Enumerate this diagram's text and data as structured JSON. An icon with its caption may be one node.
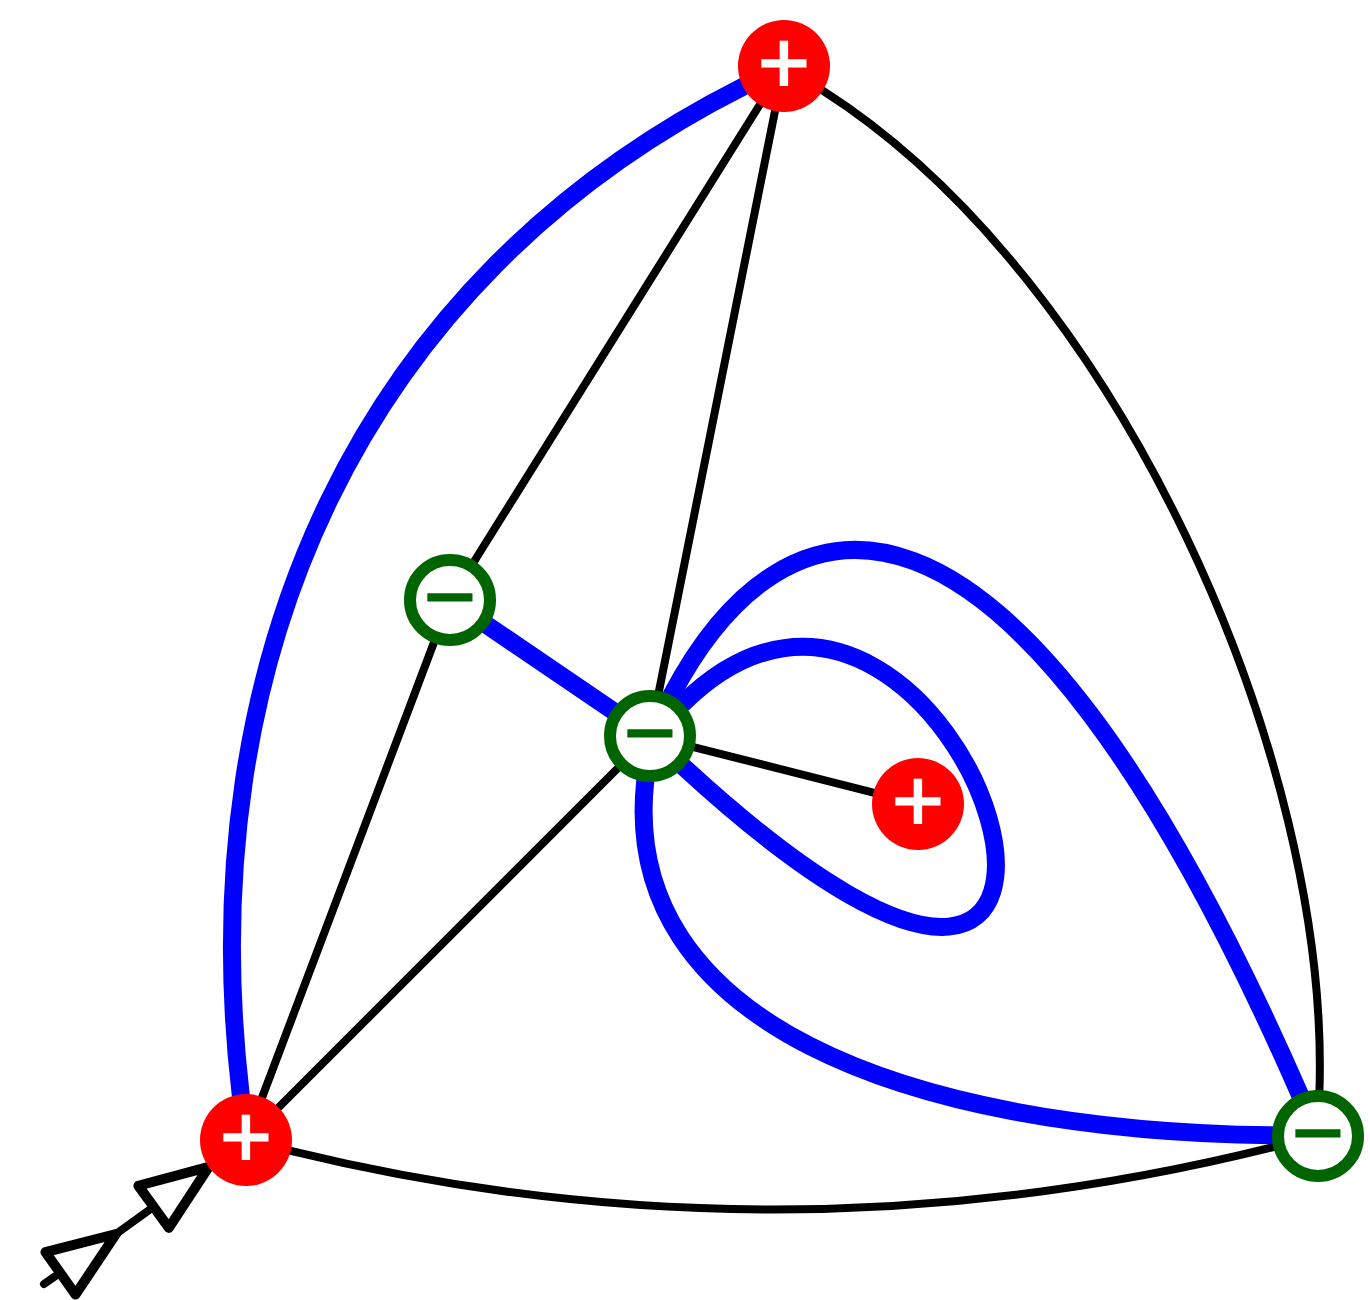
{
  "diagram": {
    "nodes": [
      {
        "text": [
          "+"
        ]
      },
      {
        "text": [
          "−"
        ]
      },
      {
        "text": [
          "−"
        ]
      },
      {
        "text": [
          "+"
        ]
      },
      {
        "text": [
          "+"
        ]
      },
      {
        "text": [
          "−"
        ]
      }
    ],
    "edges": [
      {
        "from": 0,
        "to": 1,
        "arrow": "none"
      },
      {
        "from": 0,
        "to": 2,
        "arrow": "none"
      },
      {
        "from": 0,
        "to": 5,
        "arrow": "none"
      },
      {
        "from": 1,
        "to": 4,
        "arrow": "none"
      },
      {
        "from": 2,
        "to": 4,
        "arrow": "none"
      },
      {
        "from": 2,
        "to": 3,
        "arrow": "none"
      },
      {
        "from": 4,
        "to": 5,
        "arrow": "none"
      },
      {
        "from": 0,
        "to": 4,
        "arrow": "none",
        "style": "thick",
        "color": "#0000ff"
      },
      {
        "from": 1,
        "to": 2,
        "arrow": "none",
        "style": "thick",
        "color": "#0000ff"
      },
      {
        "from": 2,
        "to": 2,
        "arrow": "none",
        "style": "thick",
        "color": "#0000ff"
      },
      {
        "from": 2,
        "to": 5,
        "arrow": "none",
        "style": "thick",
        "color": "#0000ff"
      },
      {
        "from": 2,
        "to": 5,
        "arrow": "none",
        "style": "thick",
        "color": "#0000ff"
      },
      {
        "from": null,
        "to": 4,
        "arrow": "to"
      }
    ]
  }
}
